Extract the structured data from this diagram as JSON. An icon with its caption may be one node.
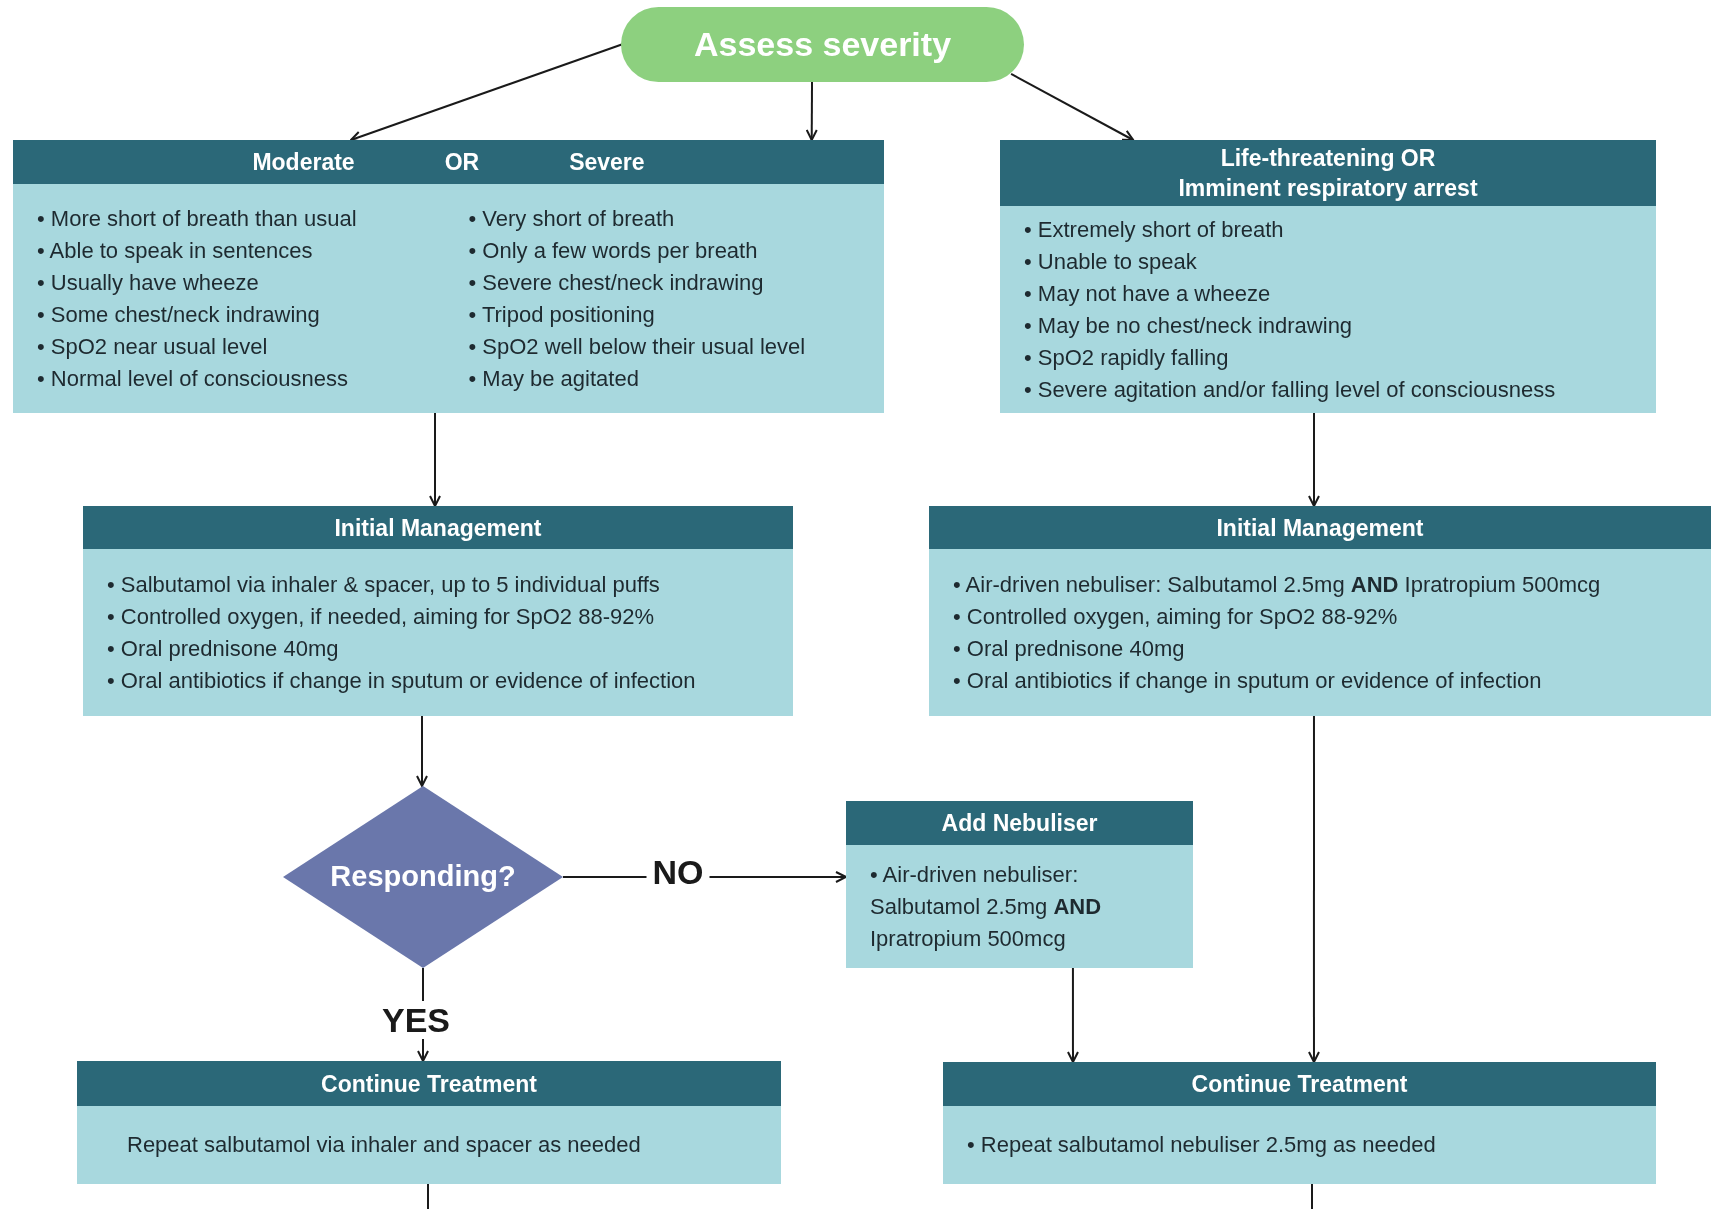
{
  "diagram": {
    "nodes": [
      {
        "text": [
          "Assess severity"
        ]
      },
      {
        "text": [
          "Moderate",
          "OR",
          "Severe",
          "• More short of breath than usual",
          "• Able to speak in sentences",
          "• Usually have wheeze",
          "• Some chest/neck indrawing",
          "• SpO2 near usual level",
          "• Normal level of consciousness",
          "• Very short of breath",
          "• Only a few words per breath",
          "• Severe chest/neck indrawing",
          "• Tripod positioning",
          "• SpO2 well below their usual level",
          "• May be agitated"
        ]
      },
      {
        "text": [
          "Life-threatening OR Imminent respiratory arrest",
          "• Extremely short of breath",
          "• Unable to speak",
          "• May not have a wheeze",
          "• May be no chest/neck indrawing",
          "• SpO2 rapidly falling",
          "• Severe agitation and/or falling level of consciousness"
        ]
      },
      {
        "text": [
          "Initial Management",
          "• Salbutamol via inhaler & spacer, up to 5 individual puffs",
          "• Controlled oxygen, if needed, aiming for SpO2 88-92%",
          "• Oral prednisone 40mg",
          "• Oral antibiotics if change in sputum or evidence of infection"
        ]
      },
      {
        "text": [
          "Initial Management",
          "• Air-driven nebuliser: Salbutamol 2.5mg **AND** Ipratropium 500mcg",
          "• Controlled oxygen, aiming for SpO2 88-92%",
          "• Oral prednisone 40mg",
          "• Oral antibiotics if change in sputum or evidence of infection"
        ]
      },
      {
        "text": [
          "Responding?"
        ]
      },
      {
        "text": [
          "Add Nebuliser",
          "• Air-driven nebuliser: Salbutamol 2.5mg **AND** Ipratropium 500mcg"
        ]
      },
      {
        "text": [
          "Continue Treatment",
          "Repeat salbutamol via inhaler and spacer as needed"
        ]
      },
      {
        "text": [
          "Continue Treatment",
          "• Repeat salbutamol nebuliser 2.5mg as needed"
        ]
      }
    ],
    "edges": [
      {
        "from": 0,
        "to": 1,
        "arrow": "to"
      },
      {
        "from": 0,
        "to": 1,
        "arrow": "to"
      },
      {
        "from": 0,
        "to": 2,
        "arrow": "to"
      },
      {
        "from": 1,
        "to": 3,
        "arrow": "to"
      },
      {
        "from": 2,
        "to": 4,
        "arrow": "to"
      },
      {
        "from": 3,
        "to": 5,
        "arrow": "to"
      },
      {
        "from": 5,
        "to": 6,
        "arrow": "to",
        "label": "NO"
      },
      {
        "from": 6,
        "to": 8,
        "arrow": "to"
      },
      {
        "from": 4,
        "to": 8,
        "arrow": "to"
      },
      {
        "from": 5,
        "to": 7,
        "arrow": "to",
        "label": "YES"
      },
      {
        "from": 7,
        "to": null,
        "arrow": "none"
      },
      {
        "from": 8,
        "to": null,
        "arrow": "none"
      }
    ]
  }
}
